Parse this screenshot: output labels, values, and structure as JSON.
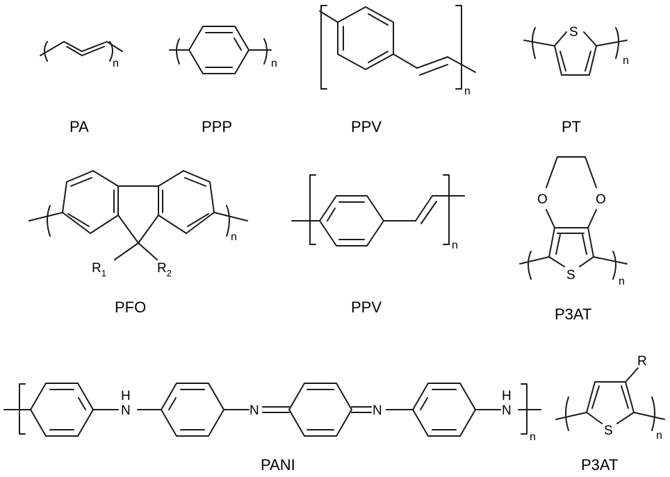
{
  "labels": {
    "pa": "PA",
    "ppp": "PPP",
    "ppv_top": "PPV",
    "pt": "PT",
    "pfo": "PFO",
    "ppv_mid": "PPV",
    "p3at_mid": "P3AT",
    "pani": "PANI",
    "p3at_bottom": "P3AT"
  },
  "atoms": {
    "sulfur": "S",
    "oxygen": "O",
    "nitrogen": "N",
    "hydrogen": "H",
    "r": "R",
    "r_sub_1": "1",
    "r_sub_2": "2",
    "repeat_n": "n"
  }
}
